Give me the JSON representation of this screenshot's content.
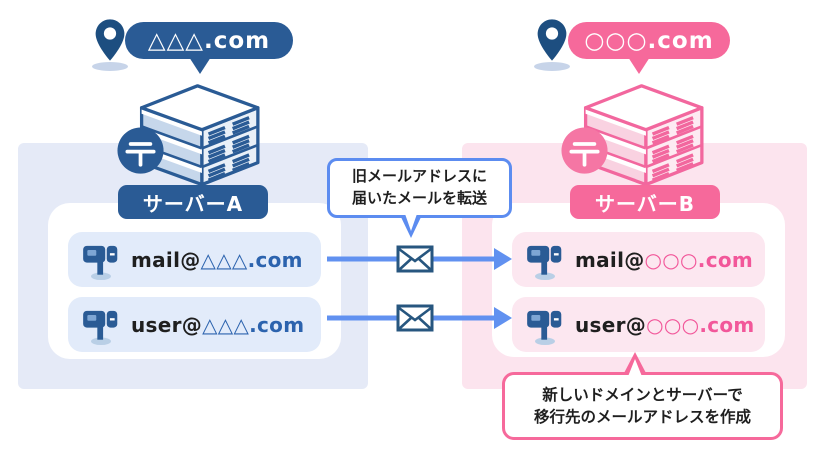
{
  "left": {
    "domain": "△△△.com",
    "server_label": "サーバーA",
    "emails": [
      {
        "user": "mail@",
        "domain": "△△△.com"
      },
      {
        "user": "user@",
        "domain": "△△△.com"
      }
    ]
  },
  "right": {
    "domain": "○○○.com",
    "server_label": "サーバーB",
    "emails": [
      {
        "user": "mail@",
        "domain": "○○○.com"
      },
      {
        "user": "user@",
        "domain": "○○○.com"
      }
    ]
  },
  "callouts": {
    "forward": {
      "line1": "旧メールアドレスに",
      "line2": "届いたメールを転送"
    },
    "create": {
      "line1": "新しいドメインとサーバーで",
      "line2": "移行先のメールアドレスを作成"
    }
  },
  "icons": {
    "pin": "map-pin-icon",
    "postal_mark": "postal-mark-icon",
    "server": "server-stack-icon",
    "mailbox": "mailbox-icon",
    "envelope": "envelope-icon",
    "arrow": "arrow-right-icon"
  },
  "colors": {
    "navy": "#2a5b95",
    "pin_navy": "#1d4e80",
    "pink": "#f6699b",
    "arrow_blue": "#6191f0",
    "callout_border_blue": "#5c8cf0",
    "panel_blue": "#e5eaf7",
    "panel_pink": "#fce4ee",
    "row_blue": "#e2ebfa",
    "row_pink": "#fce7f0",
    "domain_text_blue": "#2c63ae",
    "domain_text_pink": "#f2579a",
    "text_dark": "#1f1f1f"
  }
}
